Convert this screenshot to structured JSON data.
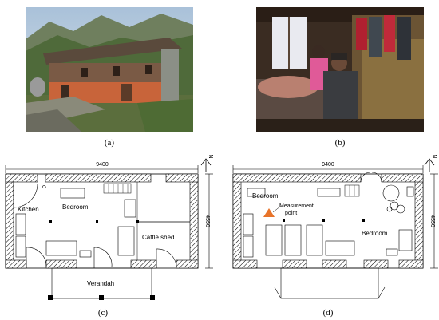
{
  "captions": {
    "a": "(a)",
    "b": "(b)",
    "c": "(c)",
    "d": "(d)"
  },
  "plan_c": {
    "width_dim": "9400",
    "depth_dim": "4550",
    "north": "N",
    "rooms": {
      "kitchen": "Kitchen",
      "bedroom": "Bedroom",
      "cattle_shed": "Cattle shed",
      "verandah": "Verandah"
    }
  },
  "plan_d": {
    "width_dim": "9400",
    "depth_dim": "4550",
    "north": "N",
    "rooms": {
      "bedroom_top": "Bedroom",
      "bedroom_right": "Bedroom"
    },
    "measurement_point": {
      "line1": "Measurement",
      "line2": "point"
    },
    "marker_color": "#e8742a"
  },
  "colors": {
    "wall_hatch": "#000000",
    "brick": "#c8643a"
  }
}
